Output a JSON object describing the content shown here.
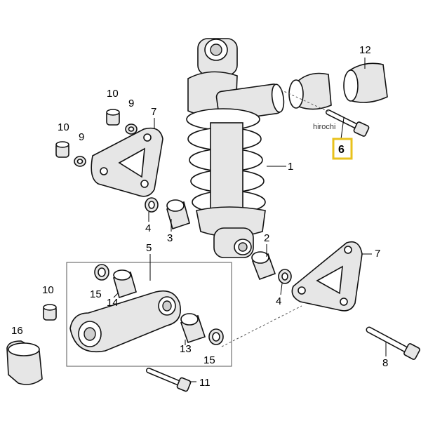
{
  "callouts": {
    "p1": "1",
    "p2": "2",
    "p3": "3",
    "p4a": "4",
    "p4b": "4",
    "p5": "5",
    "p6": "6",
    "p7a": "7",
    "p7b": "7",
    "p8": "8",
    "p9a": "9",
    "p9b": "9",
    "p10a": "10",
    "p10b": "10",
    "p10c": "10",
    "p11": "11",
    "p12": "12",
    "p13": "13",
    "p14": "14",
    "p15a": "15",
    "p15b": "15",
    "p16": "16"
  },
  "watermark": "hirochi",
  "highlight_color": "#e8c21c"
}
